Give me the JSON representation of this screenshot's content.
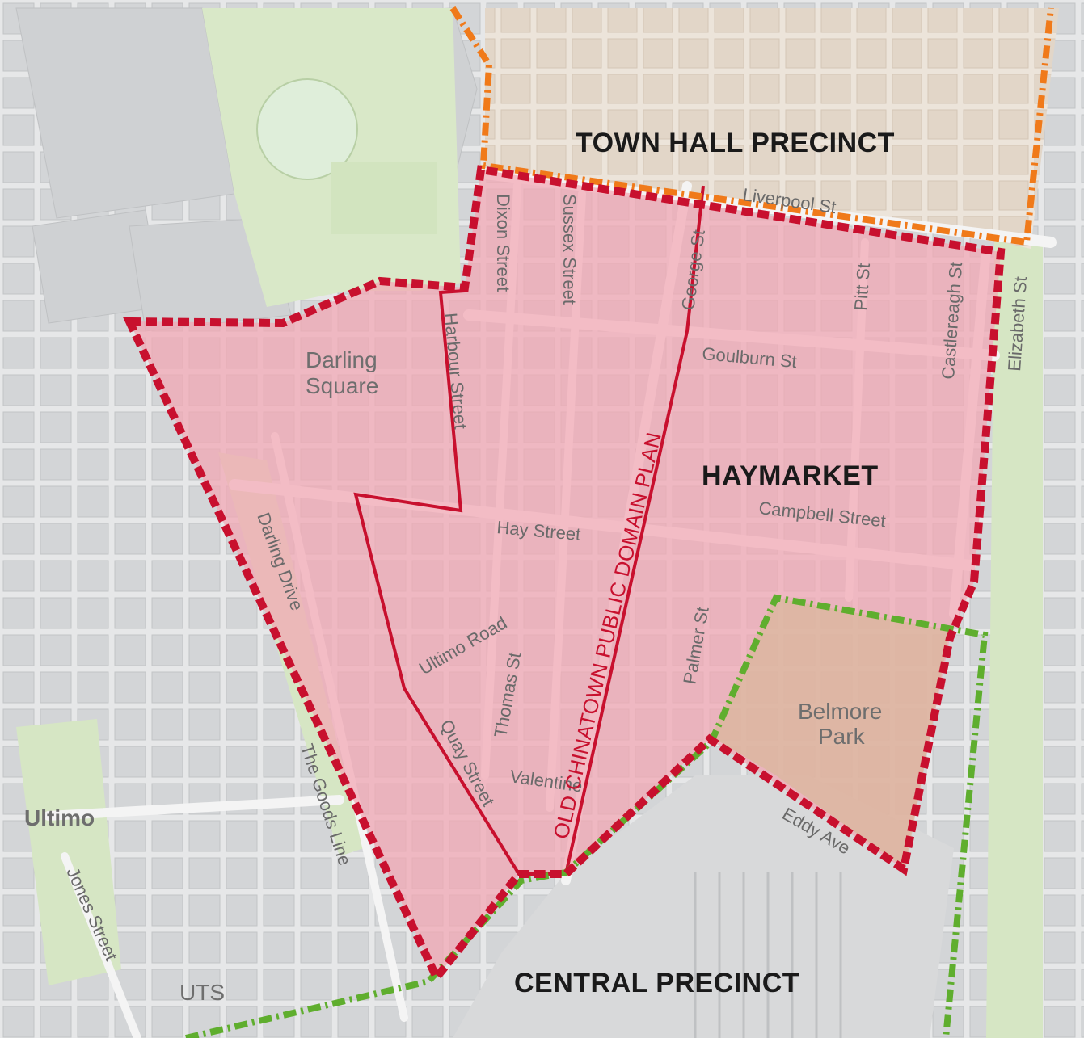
{
  "colors": {
    "haymarket_boundary": "#c8102e",
    "haymarket_fill": "#f2a6b3",
    "town_hall_boundary": "#f07a1a",
    "central_boundary": "#5fae2e",
    "buildings": "#cfd1d3",
    "roads": "#f2f2f2",
    "parkland": "#d6e6c4"
  },
  "precincts": {
    "town_hall": "TOWN HALL PRECINCT",
    "haymarket": "HAYMARKET",
    "central": "CENTRAL PRECINCT"
  },
  "places": {
    "darling_square_line1": "Darling",
    "darling_square_line2": "Square",
    "belmore_park_line1": "Belmore",
    "belmore_park_line2": "Park",
    "ultimo": "Ultimo",
    "uts": "UTS"
  },
  "streets": {
    "liverpool": "Liverpool St",
    "dixon": "Dixon Street",
    "sussex": "Sussex Street",
    "george": "George St",
    "pitt": "Pitt St",
    "castlereagh": "Castlereagh St",
    "elizabeth": "Elizabeth St",
    "goulburn": "Goulburn St",
    "harbour": "Harbour Street",
    "campbell": "Campbell Street",
    "hay": "Hay Street",
    "darling_drive": "Darling Drive",
    "ultimo_road": "Ultimo Road",
    "thomas": "Thomas St",
    "palmer": "Palmer St",
    "quay": "Quay Street",
    "valentine": "Valentine",
    "eddy": "Eddy Ave",
    "goods_line": "The Goods Line",
    "jones": "Jones Street"
  },
  "plan_label": "OLD CHINATOWN PUBLIC DOMAIN PLAN"
}
